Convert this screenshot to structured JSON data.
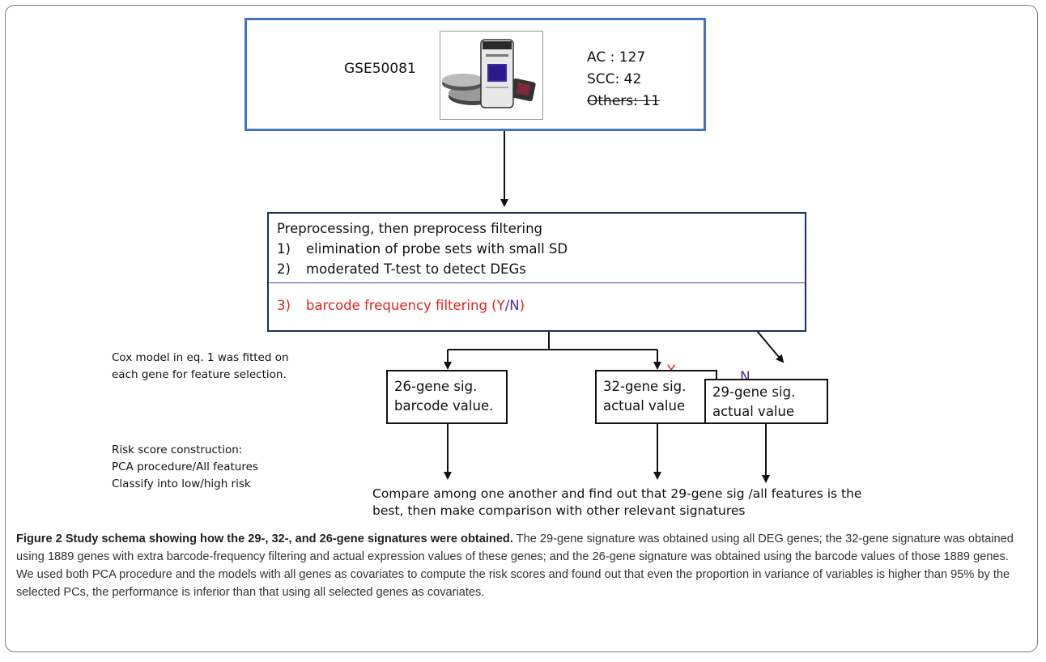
{
  "source": {
    "dataset_id": "GSE50081",
    "counts": [
      "AC  : 127",
      "SCC: 42",
      "Others: 11"
    ]
  },
  "preprocess": {
    "title": "Preprocessing, then preprocess filtering",
    "steps": [
      {
        "num": "1)",
        "text": "elimination of probe sets with small SD"
      },
      {
        "num": "2)",
        "text": "moderated T-test to detect DEGs"
      }
    ],
    "step3": {
      "num": "3)",
      "text": "barcode frequency filtering (",
      "y": "Y",
      "slash": "/",
      "n": "N",
      "close": ")"
    }
  },
  "branch_labels": {
    "y": "Y",
    "n": "N"
  },
  "cox_note": [
    "Cox model in eq. 1 was fitted on",
    "each gene for feature selection."
  ],
  "signatures": [
    {
      "line1": "26-gene sig.",
      "line2": "barcode value."
    },
    {
      "line1": "32-gene sig.",
      "line2": "actual value"
    },
    {
      "line1": "29-gene sig.",
      "line2": "actual value"
    }
  ],
  "risk_note": [
    "Risk score construction:",
    "PCA procedure/All features",
    "Classify into low/high risk"
  ],
  "compare": [
    "Compare among one another and find out that 29-gene sig /all features is the",
    "best, then make comparison with other relevant signatures"
  ],
  "caption": {
    "title": "Figure 2 Study schema showing how the 29-, 32-, and 26-gene signatures were obtained.",
    "body": " The 29-gene signature was obtained using all DEG genes; the 32-gene signature was obtained using 1889 genes with extra barcode-frequency filtering and actual expression values of these genes; and the 26-gene signature was obtained using the barcode values of those 1889 genes. We used both PCA procedure and the models with all genes as covariates to compute the risk scores and found out that even the proportion in variance of variables is higher than 95% by the selected PCs, the performance is inferior than that using all selected genes as covariates."
  },
  "colors": {
    "source_border": "#4472c4",
    "highlight_red": "#e0241b",
    "n_purple": "#4d2a8a"
  }
}
